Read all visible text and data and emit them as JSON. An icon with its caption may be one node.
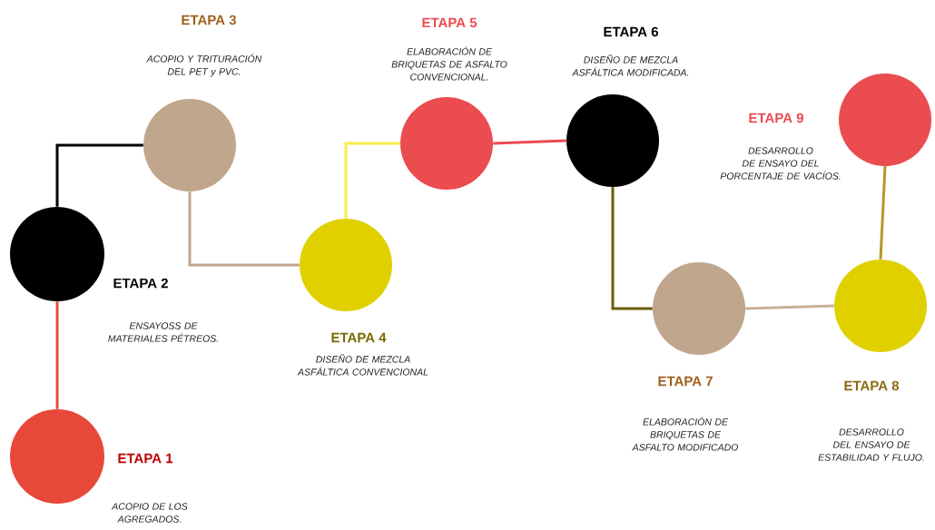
{
  "diagram": {
    "nodes": [
      {
        "text": [
          "ETAPA 1",
          "ACOPIO DE LOS AGREGADOS."
        ]
      },
      {
        "text": [
          "ETAPA 2",
          "ENSAYOSS DE MATERIALES PÉTREOS."
        ]
      },
      {
        "text": [
          "ETAPA 3",
          "ACOPIO Y TRITURACIÓN DEL PET y PVC."
        ]
      },
      {
        "text": [
          "ETAPA 4",
          "DISEÑO DE MEZCLA ASFÁLTICA CONVENCIONAL"
        ]
      },
      {
        "text": [
          "ETAPA 5",
          "ELABORACIÓN DE BRIQUETAS DE ASFALTO CONVENCIONAL."
        ]
      },
      {
        "text": [
          "ETAPA 6",
          "DISEÑO DE MEZCLA ASFÁLTICA MODIFICADA."
        ]
      },
      {
        "text": [
          "ETAPA 7",
          "ELABORACIÓN DE BRIQUETAS DE ASFALTO MODIFICADO"
        ]
      },
      {
        "text": [
          "ETAPA 8",
          "DESARROLLO DEL ENSAYO DE ESTABILIDAD Y FLUJO."
        ]
      },
      {
        "text": [
          "ETAPA 9",
          "DESARROLLO DE ENSAYO DEL PORCENTAJE DE VACÍOS."
        ]
      }
    ],
    "edges": [
      {
        "from": 0,
        "to": 1,
        "arrow": "none",
        "color": "#e84c3d"
      },
      {
        "from": 1,
        "to": 2,
        "arrow": "none",
        "color": "#000000"
      },
      {
        "from": 2,
        "to": 3,
        "arrow": "none",
        "color": "#c0a68c"
      },
      {
        "from": 3,
        "to": 4,
        "arrow": "none",
        "color": "#f8ec4a"
      },
      {
        "from": 4,
        "to": 5,
        "arrow": "none",
        "color": "#ea4c50"
      },
      {
        "from": 5,
        "to": 6,
        "arrow": "none",
        "color": "#6b5e00"
      },
      {
        "from": 6,
        "to": 7,
        "arrow": "none",
        "color": "#c8b096"
      },
      {
        "from": 7,
        "to": 8,
        "arrow": "none",
        "color": "#b8962a"
      }
    ]
  }
}
